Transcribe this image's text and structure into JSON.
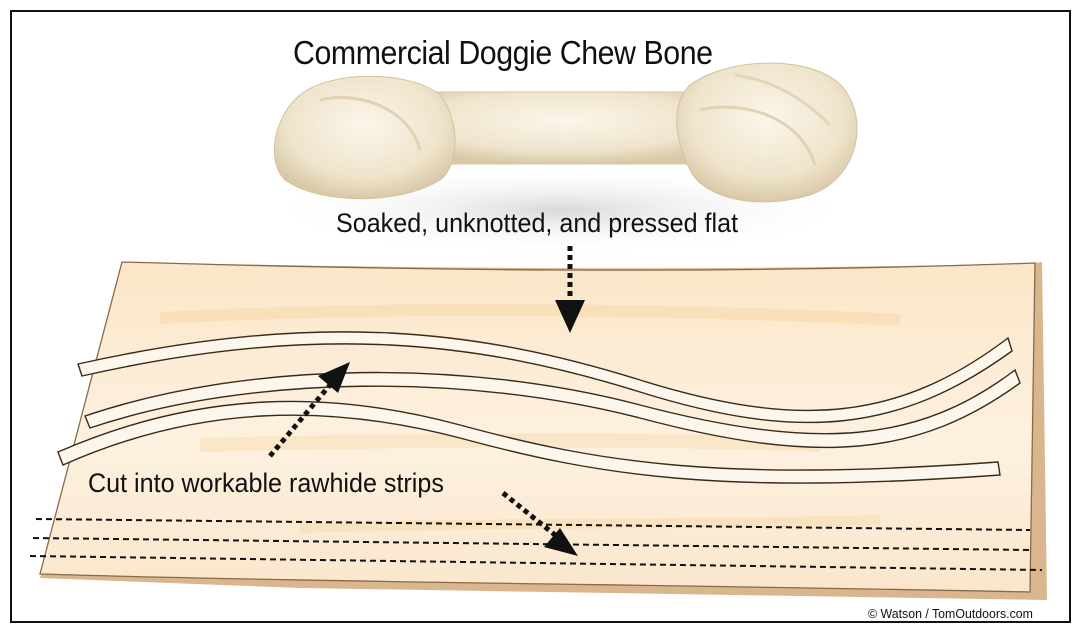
{
  "title": "Commercial Doggie Chew Bone",
  "labels": {
    "soaked": "Soaked, unknotted, and pressed flat",
    "cut": "Cut into workable rawhide strips"
  },
  "credit": "© Watson / TomOutdoors.com",
  "colors": {
    "border": "#111111",
    "board_fill": "#fbe8cf",
    "board_edge": "#c9a27a",
    "strip_fill": "#fdf6ec",
    "bone_fill": "#f3ead7",
    "arrow": "#111111"
  }
}
